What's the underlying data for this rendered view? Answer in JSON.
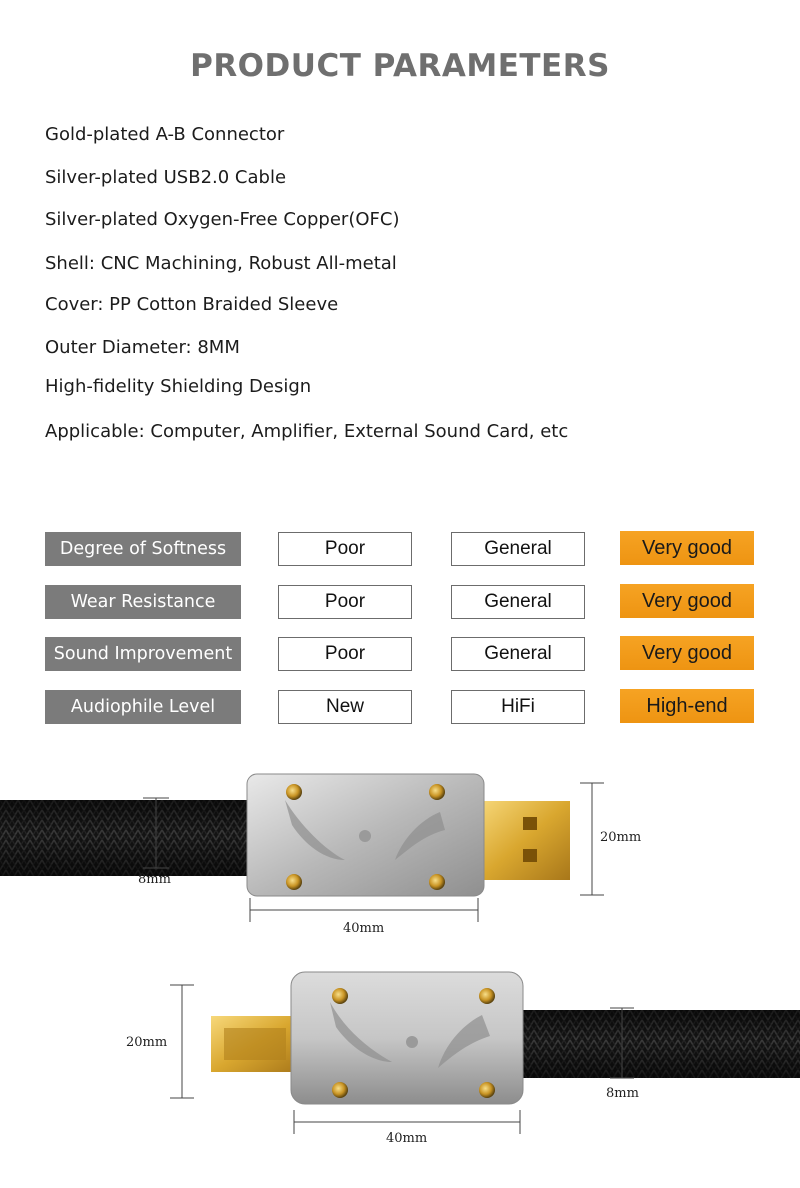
{
  "title": "PRODUCT PARAMETERS",
  "features": [
    "Gold-plated A-B Connector",
    "Silver-plated USB2.0 Cable",
    "Silver-plated Oxygen-Free Copper(OFC)",
    "Shell: CNC Machining, Robust All-metal",
    "Cover: PP Cotton Braided Sleeve",
    "Outer Diameter: 8MM",
    "High-fidelity Shielding Design",
    "Applicable: Computer, Amplifier, External Sound Card, etc"
  ],
  "comparison": {
    "rows": [
      {
        "label": "Degree of Softness",
        "cells": [
          "Poor",
          "General",
          "Very good"
        ]
      },
      {
        "label": "Wear Resistance",
        "cells": [
          "Poor",
          "General",
          "Very good"
        ]
      },
      {
        "label": "Sound Improvement",
        "cells": [
          "Poor",
          "General",
          "Very good"
        ]
      },
      {
        "label": "Audiophile Level",
        "cells": [
          "New",
          "HiFi",
          "High-end"
        ]
      }
    ],
    "colors": {
      "label_bg": "#7b7b7b",
      "highlight": "#f29c1b"
    }
  },
  "dimensions": {
    "usb_a": {
      "cable": "8mm",
      "height": "20mm",
      "length": "40mm"
    },
    "usb_b": {
      "cable": "8mm",
      "height": "20mm",
      "length": "40mm"
    }
  }
}
